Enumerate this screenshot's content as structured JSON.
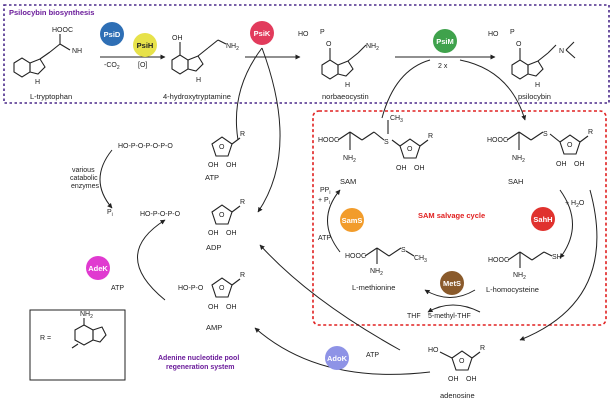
{
  "colors": {
    "psid": "#2e6fb5",
    "psih": "#e7e24a",
    "psik": "#e23b5c",
    "psim": "#3fa24c",
    "sams": "#f29c2b",
    "sahh": "#e0322e",
    "mets": "#8a5a2b",
    "adek": "#e03ad0",
    "adok": "#8e93e6",
    "biosynthesis_box": "#4b2a8a",
    "salvage_box": "#e02020",
    "title_purple": "#6a1b9a",
    "title_red": "#e02020"
  },
  "labels": {
    "biosynthesis_title": "Psilocybin biosynthesis",
    "salvage_title": "SAM salvage cycle",
    "adenine_title_1": "Adenine nucleotide pool",
    "adenine_title_2": "regeneration system"
  },
  "enzymes": {
    "psid": "PsiD",
    "psih": "PsiH",
    "psik": "PsiK",
    "psim": "PsiM",
    "sams": "SamS",
    "sahh": "SahH",
    "mets": "MetS",
    "adek": "AdeK",
    "adok": "AdoK"
  },
  "compounds": {
    "l_tryptophan": "L-tryptophan",
    "hydroxytryptamine": "4-hydroxytryptamine",
    "norbaeocystin": "norbaeocystin",
    "psilocybin": "psilocybin",
    "atp": "ATP",
    "adp": "ADP",
    "amp": "AMP",
    "sam": "SAM",
    "sah": "SAH",
    "l_methionine": "L-methionine",
    "l_homocysteine": "L-homocysteine",
    "adenosine": "adenosine",
    "methyl_thf": "5-methyl-THF",
    "thf": "THF"
  },
  "annotations": {
    "co2": "-CO",
    "co2_sub": "2",
    "oxidation": "[O]",
    "two_x": "2 x",
    "water": "+ H",
    "water_sub": "2",
    "water_end": "O",
    "pi": "P",
    "pi_sub": "i",
    "ppi": "PP",
    "plus_pi": "+ P",
    "atp_sams": "ATP",
    "atp_adek": "ATP",
    "atp_adok": "ATP",
    "catabolic_1": "various",
    "catabolic_2": "catabolic",
    "catabolic_3": "enzymes",
    "r_equals": "R ="
  },
  "atoms": {
    "oh": "OH",
    "ho": "HO",
    "h": "H",
    "nh2": "NH",
    "nh2_sub": "2",
    "n": "N",
    "o": "O",
    "p": "P",
    "s": "S",
    "ch3": "CH",
    "ch3_sub": "3",
    "cooh": "HOOC",
    "hn": "HN",
    "r": "R",
    "splus": "S"
  }
}
